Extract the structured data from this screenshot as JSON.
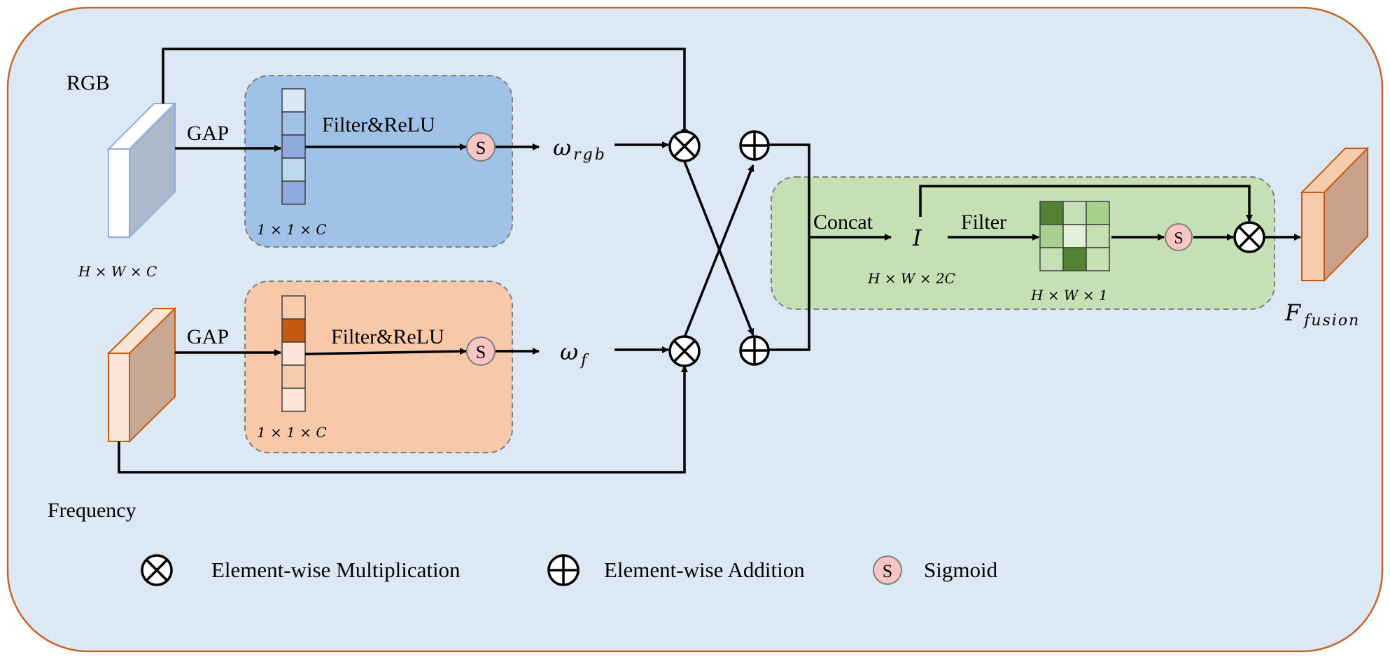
{
  "labels": {
    "rgb": "RGB",
    "frequency": "Frequency",
    "gap_top": "GAP",
    "gap_bottom": "GAP",
    "filter_relu_top": "Filter&ReLU",
    "filter_relu_bottom": "Filter&ReLU",
    "dim_input": "H × W × C",
    "dim_vector_top": "1 × 1 × C",
    "dim_vector_bottom": "1 × 1 × C",
    "concat": "Concat",
    "filter": "Filter",
    "feature_i": "I",
    "dim_concat": "H × W × 2C",
    "dim_map": "H × W × 1",
    "sigmoid_symbol": "S"
  },
  "weights": {
    "rgb_base": "ω",
    "rgb_sub": "rgb",
    "f_base": "ω",
    "f_sub": "f"
  },
  "output": {
    "base": "F",
    "sub": "fusion"
  },
  "legend": {
    "multiplication": "Element-wise Multiplication",
    "addition": "Element-wise Addition",
    "sigmoid": "Sigmoid"
  },
  "colors": {
    "background": "#dde8f5",
    "background_border": "#c4662a",
    "rgb_block": "#9fc2e6",
    "freq_block": "#f7c8a9",
    "fusion_block": "#c5e0b4",
    "sigmoid_fill": "#f8c5c5",
    "grid_dark": "#548235",
    "grid_medium": "#a9d18e",
    "grid_light": "#e2f0d9"
  }
}
